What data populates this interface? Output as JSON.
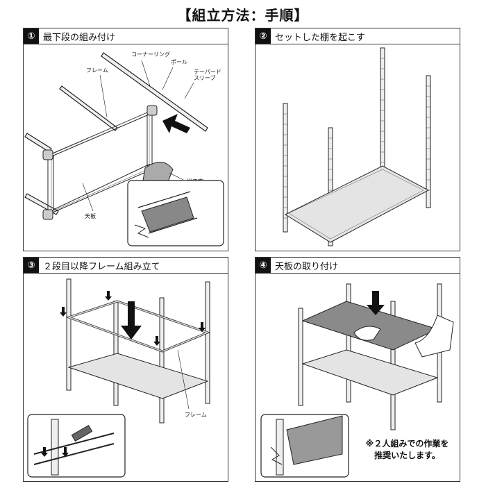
{
  "title": "【組立方法：手順】",
  "steps": [
    {
      "num": "①",
      "label": "最下段の組み付け"
    },
    {
      "num": "②",
      "label": "セットした棚を起こす"
    },
    {
      "num": "③",
      "label": "２段目以降フレーム組み立て"
    },
    {
      "num": "④",
      "label": "天板の取り付け"
    }
  ],
  "labels": {
    "corner_ring": "コーナーリング",
    "pole": "ポール",
    "frame": "フレーム",
    "tapered1": "テーパード",
    "tapered2": "スリーブ",
    "cloth": "当て布",
    "top_board": "天板",
    "frame3": "フレーム"
  },
  "note": {
    "line1": "※２人組みでの作業を",
    "line2": "推奨いたします。"
  },
  "colors": {
    "ink": "#111111",
    "board": "#8a8a8a",
    "frame": "#d9d9d9"
  }
}
